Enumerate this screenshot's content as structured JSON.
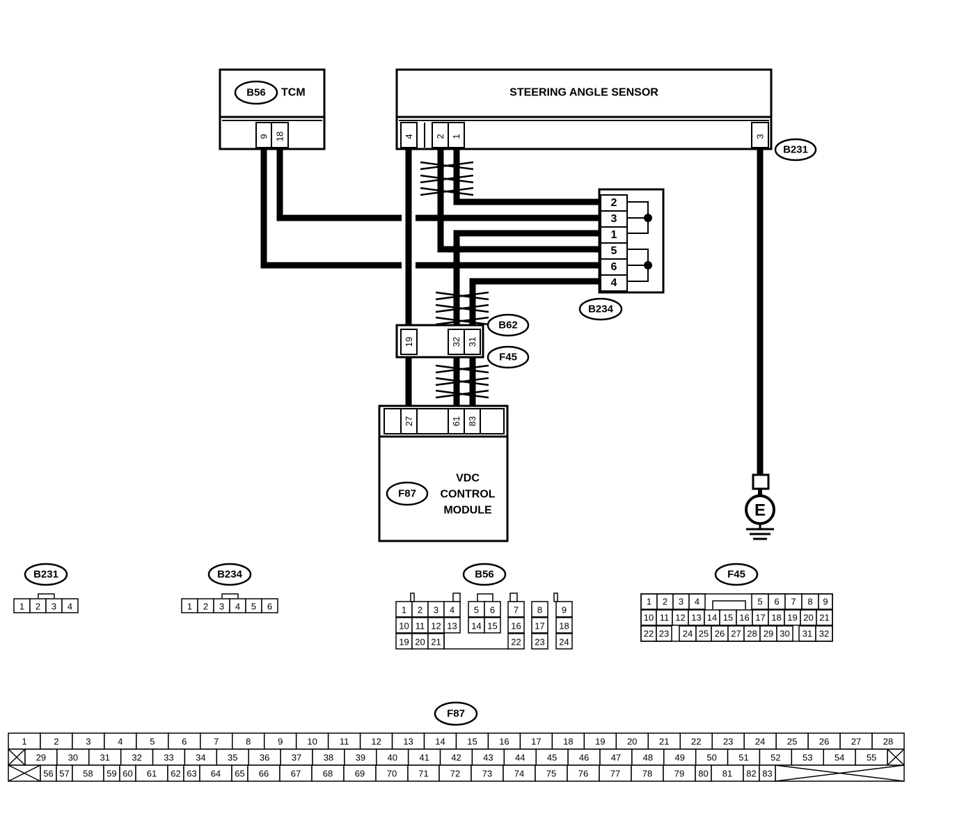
{
  "components": {
    "tcm": {
      "connector": "B56",
      "name": "TCM",
      "pins": [
        "9",
        "18"
      ]
    },
    "sensor": {
      "name": "STEERING ANGLE SENSOR",
      "connector": "B231",
      "pins": [
        "4",
        "2",
        "1",
        "3"
      ]
    },
    "joint": {
      "connector": "B234",
      "pins": [
        "2",
        "3",
        "1",
        "5",
        "6",
        "4"
      ]
    },
    "relay": {
      "connector_top": "B62",
      "connector_bottom": "F45",
      "pins": [
        "19",
        "32",
        "31"
      ]
    },
    "vdc": {
      "connector": "F87",
      "name_lines": [
        "VDC",
        "CONTROL",
        "MODULE"
      ],
      "pins": [
        "27",
        "61",
        "83"
      ]
    },
    "ground": {
      "symbol": "E"
    }
  },
  "faces": {
    "b231": {
      "label": "B231",
      "pins": [
        "1",
        "2",
        "3",
        "4"
      ]
    },
    "b234": {
      "label": "B234",
      "pins": [
        "1",
        "2",
        "3",
        "4",
        "5",
        "6"
      ]
    },
    "b56": {
      "label": "B56",
      "rows": [
        [
          "1",
          "2",
          "3",
          "4",
          "5",
          "6",
          "7",
          "8",
          "9"
        ],
        [
          "10",
          "11",
          "12",
          "13",
          "14",
          "15",
          "16",
          "17",
          "18"
        ],
        [
          "19",
          "20",
          "21",
          "22",
          "23",
          "24"
        ]
      ]
    },
    "f45": {
      "label": "F45",
      "rows": [
        [
          "1",
          "2",
          "3",
          "4",
          "5",
          "6",
          "7",
          "8",
          "9"
        ],
        [
          "10",
          "11",
          "12",
          "13",
          "14",
          "15",
          "16",
          "17",
          "18",
          "19",
          "20",
          "21"
        ],
        [
          "22",
          "23",
          "24",
          "25",
          "26",
          "27",
          "28",
          "29",
          "30",
          "31",
          "32"
        ]
      ]
    },
    "f87": {
      "label": "F87",
      "rows": [
        [
          "1",
          "2",
          "3",
          "4",
          "5",
          "6",
          "7",
          "8",
          "9",
          "10",
          "11",
          "12",
          "13",
          "14",
          "15",
          "16",
          "17",
          "18",
          "19",
          "20",
          "21",
          "22",
          "23",
          "24",
          "25",
          "26",
          "27",
          "28"
        ],
        [
          "29",
          "30",
          "31",
          "32",
          "33",
          "34",
          "35",
          "36",
          "37",
          "38",
          "39",
          "40",
          "41",
          "42",
          "43",
          "44",
          "45",
          "46",
          "47",
          "48",
          "49",
          "50",
          "51",
          "52",
          "53",
          "54",
          "55"
        ],
        [
          "56",
          "57",
          "58",
          "59",
          "60",
          "61",
          "62",
          "63",
          "64",
          "65",
          "66",
          "67",
          "68",
          "69",
          "70",
          "71",
          "72",
          "73",
          "74",
          "75",
          "76",
          "77",
          "78",
          "79",
          "80",
          "81",
          "82",
          "83"
        ]
      ]
    }
  }
}
